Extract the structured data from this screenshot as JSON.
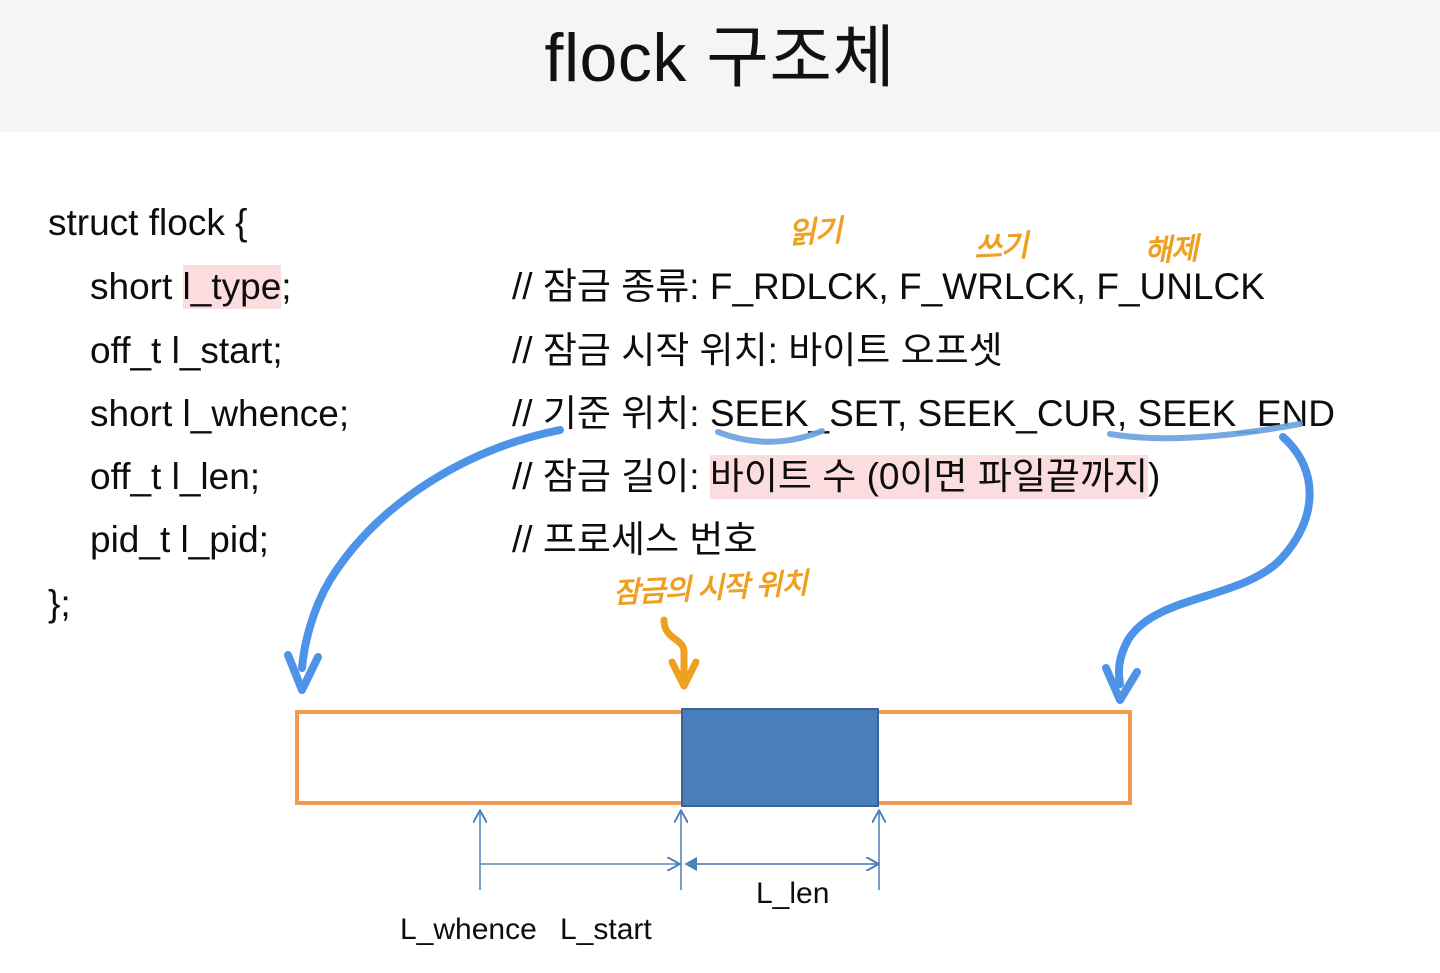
{
  "slide": {
    "title": "flock 구조체",
    "header_bg": "#f6f5f3",
    "accent_orange": "#ef9c4f",
    "accent_blue": "#4a7ebb",
    "hand_orange": "#eea020",
    "highlight_pink": "#fbdde0"
  },
  "code": {
    "lines": [
      {
        "text": "struct flock {",
        "indent": false
      },
      {
        "prefix": "short ",
        "highlight": "l_type",
        "suffix": ";",
        "indent": true
      },
      {
        "text": "off_t l_start;",
        "indent": true
      },
      {
        "text": "short l_whence;",
        "indent": true
      },
      {
        "text": "off_t l_len;",
        "indent": true
      },
      {
        "text": "pid_t l_pid;",
        "indent": true
      },
      {
        "text": "};",
        "indent": false
      }
    ]
  },
  "comments": {
    "l_type": "// 잠금 종류: F_RDLCK, F_WRLCK, F_UNLCK",
    "l_start": "// 잠금 시작 위치: 바이트 오프셋",
    "l_whence": "// 기준 위치: SEEK_SET, SEEK_CUR, SEEK_END",
    "l_len_prefix": "// 잠금 길이: ",
    "l_len_highlight": "바이트 수 (0이면 파일끝까지",
    "l_len_suffix": ")",
    "l_pid": "// 프로세스 번호"
  },
  "annotations": {
    "read": "읽기",
    "write": "쓰기",
    "release": "해제",
    "lock_start_position": "잠금의 시작 위치"
  },
  "diagram": {
    "labels": {
      "whence": "L_whence",
      "start": "L_start",
      "len": "L_len"
    }
  }
}
